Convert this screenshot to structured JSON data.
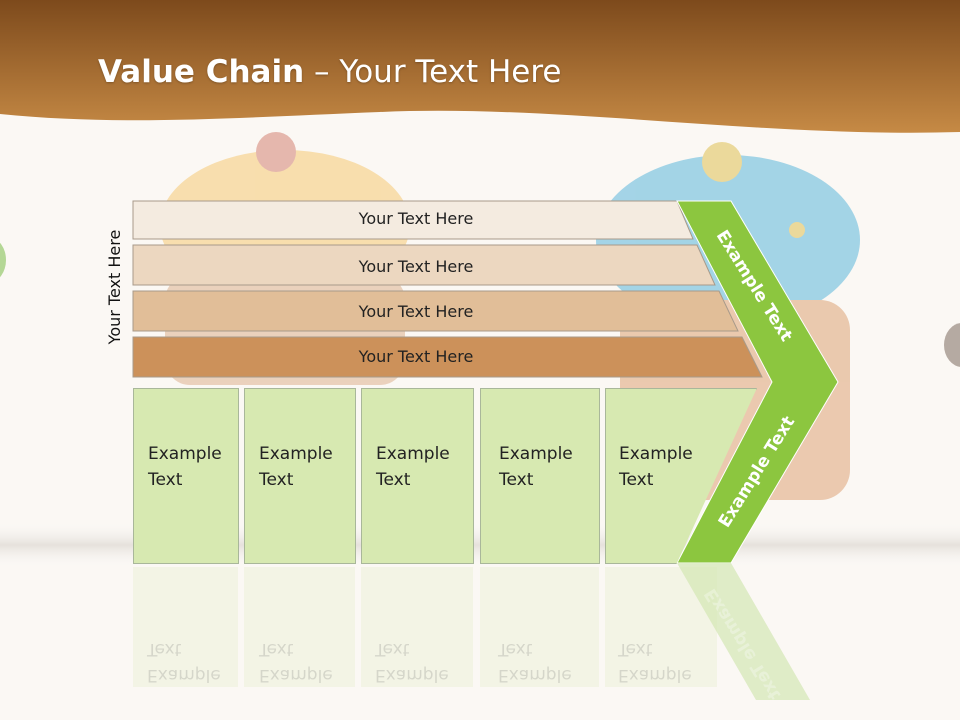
{
  "title": {
    "bold": "Value Chain",
    "rest": " – Your Text Here"
  },
  "side_label": "Your Text Here",
  "bars": [
    {
      "label": "Your Text Here",
      "color": "#f4ebe0"
    },
    {
      "label": "Your Text Here",
      "color": "#ecd7c0"
    },
    {
      "label": "Your Text Here",
      "color": "#e1be98"
    },
    {
      "label": "Your Text Here",
      "color": "#cc915a"
    }
  ],
  "boxes": [
    {
      "line1": "Example",
      "line2": "Text"
    },
    {
      "line1": "Example",
      "line2": "Text"
    },
    {
      "line1": "Example",
      "line2": "Text"
    },
    {
      "line1": "Example",
      "line2": "Text"
    },
    {
      "line1": "Example",
      "line2": "Text"
    }
  ],
  "chevron": {
    "upper": "Example Text",
    "lower": "Example Text",
    "color": "#8cc63f"
  },
  "colors": {
    "header": "#a6692a",
    "box_fill": "#d7e9b1",
    "box_border": "#a9b79a"
  }
}
